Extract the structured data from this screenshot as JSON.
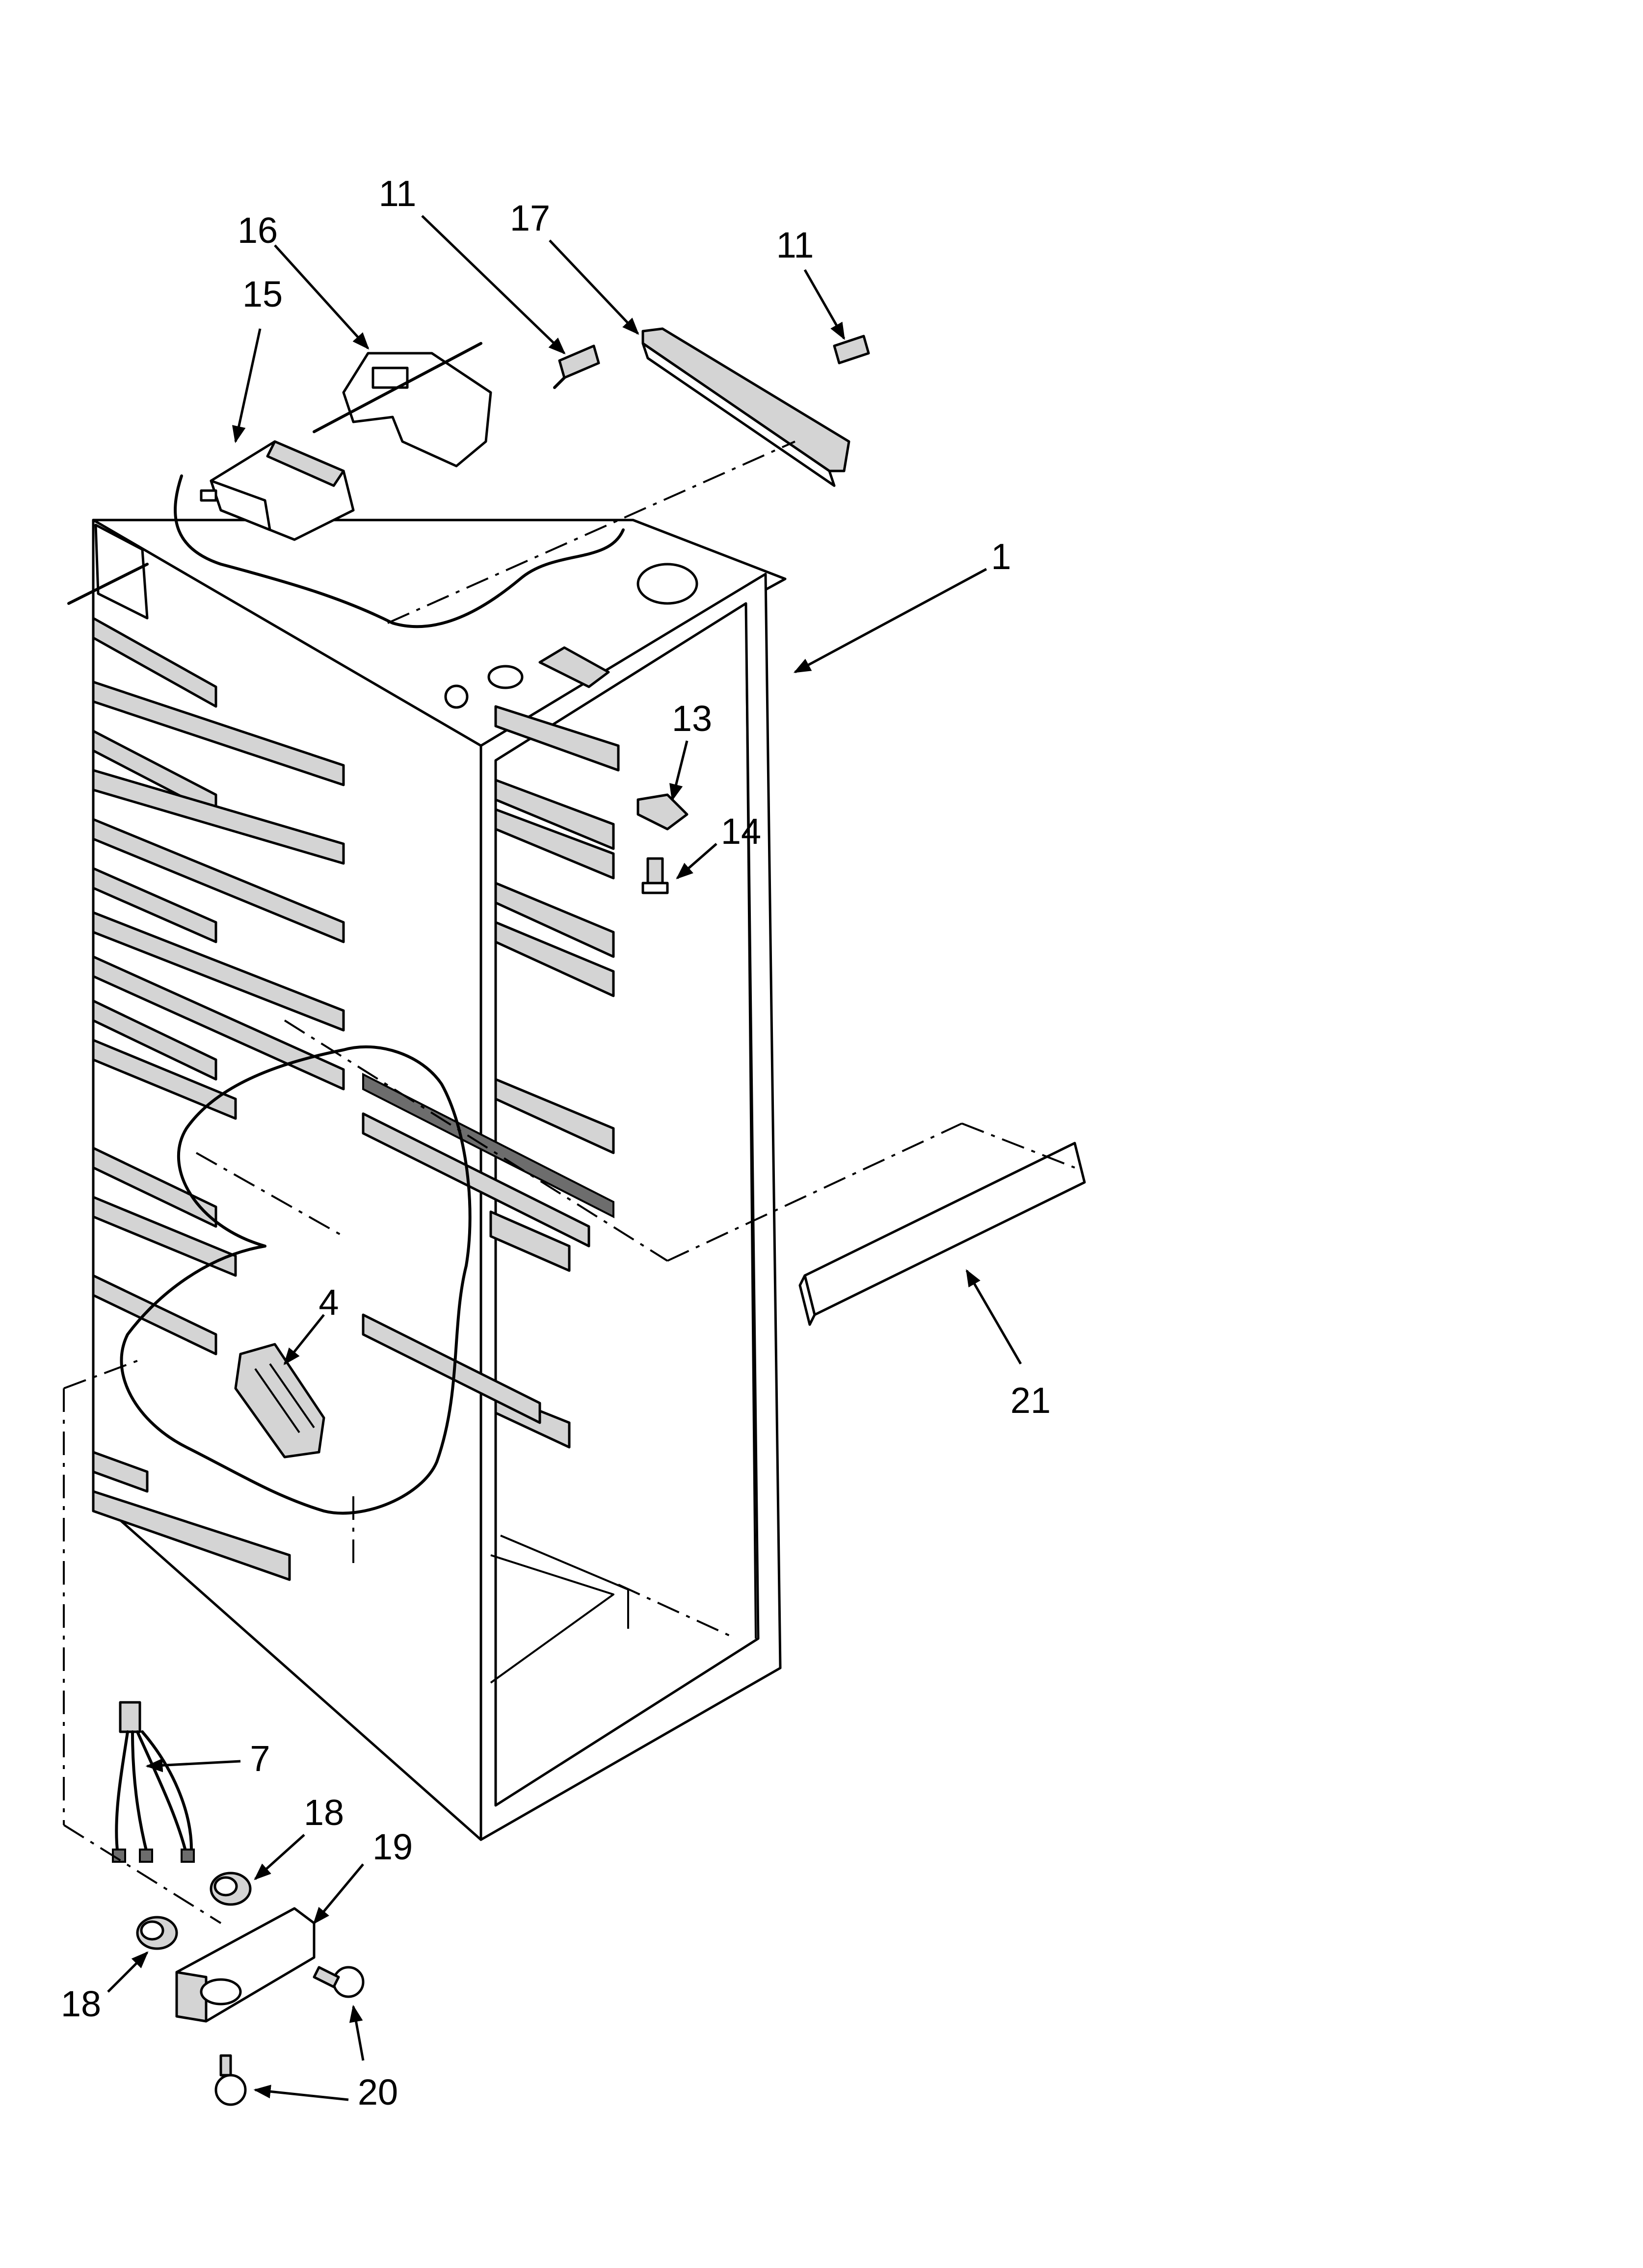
{
  "diagram": {
    "callouts": [
      {
        "id": "c1",
        "text": "1"
      },
      {
        "id": "c4",
        "text": "4"
      },
      {
        "id": "c7",
        "text": "7"
      },
      {
        "id": "c11a",
        "text": "11"
      },
      {
        "id": "c11b",
        "text": "11"
      },
      {
        "id": "c13",
        "text": "13"
      },
      {
        "id": "c14",
        "text": "14"
      },
      {
        "id": "c15",
        "text": "15"
      },
      {
        "id": "c16",
        "text": "16"
      },
      {
        "id": "c17",
        "text": "17"
      },
      {
        "id": "c18a",
        "text": "18"
      },
      {
        "id": "c18b",
        "text": "18"
      },
      {
        "id": "c19",
        "text": "19"
      },
      {
        "id": "c20",
        "text": "20"
      },
      {
        "id": "c21",
        "text": "21"
      }
    ]
  }
}
